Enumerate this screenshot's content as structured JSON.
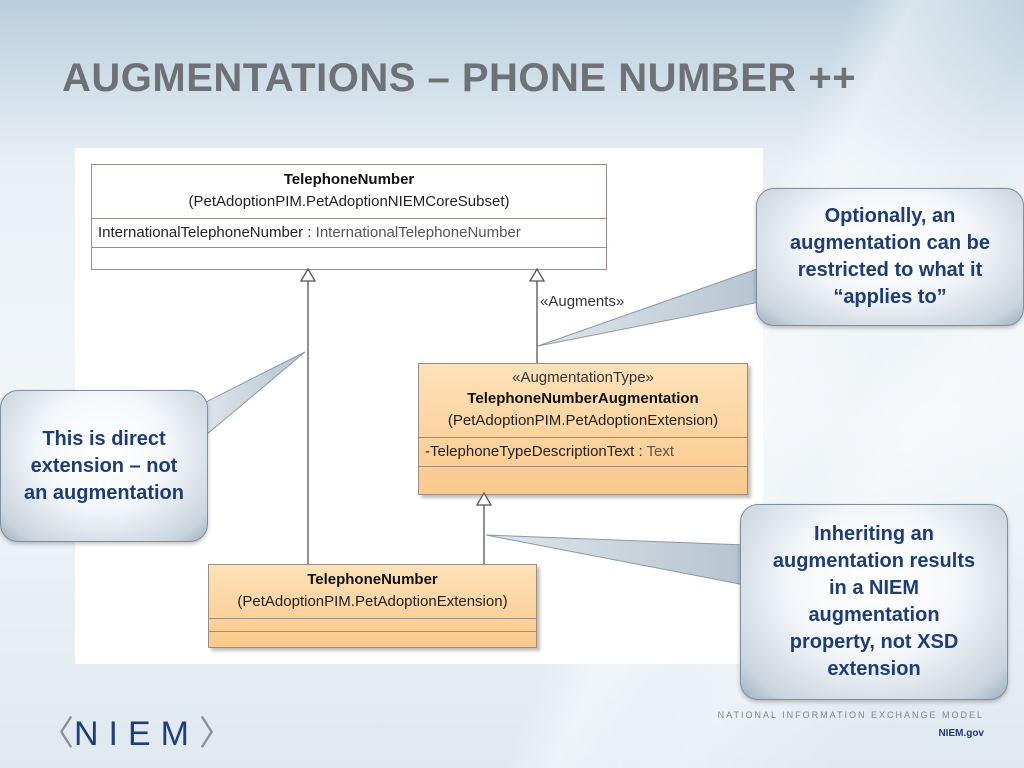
{
  "title": "AUGMENTATIONS – PHONE NUMBER ++",
  "diagram": {
    "top_class": {
      "name": "TelephoneNumber",
      "package": "(PetAdoptionPIM.PetAdoptionNIEMCoreSubset)",
      "attribute_name": "InternationalTelephoneNumber",
      "attribute_sep": " : ",
      "attribute_type": "InternationalTelephoneNumber"
    },
    "augmentation_class": {
      "stereotype": "«AugmentationType»",
      "name": "TelephoneNumberAugmentation",
      "package": "(PetAdoptionPIM.PetAdoptionExtension)",
      "attribute_name": "-TelephoneTypeDescriptionText",
      "attribute_sep": " : ",
      "attribute_type": "Text"
    },
    "bottom_class": {
      "name": "TelephoneNumber",
      "package": "(PetAdoptionPIM.PetAdoptionExtension)"
    },
    "augments_label": "«Augments»"
  },
  "callouts": {
    "applies_to": "Optionally, an augmentation can be restricted to what it “applies to”",
    "direct_extension": "This is direct extension – not an augmentation",
    "inheriting": "Inheriting an augmentation results in a NIEM augmentation property, not XSD extension"
  },
  "footer": {
    "logo_text": "NIEM",
    "logo_left": "〈",
    "logo_right": "〉",
    "tagline": "NATIONAL INFORMATION EXCHANGE MODEL",
    "site": "NIEM.gov"
  },
  "colors": {
    "title": "#6e7175",
    "callout_text": "#1d3c78",
    "orange_class": "#fcd29d"
  }
}
